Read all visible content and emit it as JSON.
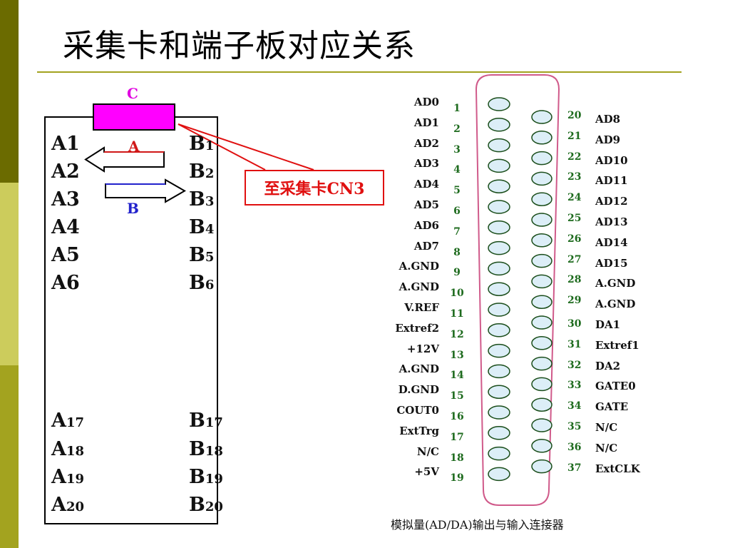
{
  "title": "采集卡和端子板对应关系",
  "board": {
    "connector_c_label": "C",
    "connector_a_label": "A",
    "connector_b_label": "B",
    "callout": "至采集卡CN3",
    "left_pins": [
      {
        "letter": "A",
        "num": "1"
      },
      {
        "letter": "A",
        "num": "2"
      },
      {
        "letter": "A",
        "num": "3"
      },
      {
        "letter": "A",
        "num": "4"
      },
      {
        "letter": "A",
        "num": "5"
      },
      {
        "letter": "A",
        "num": "6"
      },
      {
        "letter": "A",
        "num": "17"
      },
      {
        "letter": "A",
        "num": "18"
      },
      {
        "letter": "A",
        "num": "19"
      },
      {
        "letter": "A",
        "num": "20"
      }
    ],
    "right_pins": [
      {
        "letter": "B",
        "num": "1"
      },
      {
        "letter": "B",
        "num": "2"
      },
      {
        "letter": "B",
        "num": "3"
      },
      {
        "letter": "B",
        "num": "4"
      },
      {
        "letter": "B",
        "num": "5"
      },
      {
        "letter": "B",
        "num": "6"
      },
      {
        "letter": "B",
        "num": "17"
      },
      {
        "letter": "B",
        "num": "18"
      },
      {
        "letter": "B",
        "num": "19"
      },
      {
        "letter": "B",
        "num": "20"
      }
    ]
  },
  "connector": {
    "left_row": [
      {
        "signal": "AD0",
        "pin": "1"
      },
      {
        "signal": "AD1",
        "pin": "2"
      },
      {
        "signal": "AD2",
        "pin": "3"
      },
      {
        "signal": "AD3",
        "pin": "4"
      },
      {
        "signal": "AD4",
        "pin": "5"
      },
      {
        "signal": "AD5",
        "pin": "6"
      },
      {
        "signal": "AD6",
        "pin": "7"
      },
      {
        "signal": "AD7",
        "pin": "8"
      },
      {
        "signal": "A.GND",
        "pin": "9"
      },
      {
        "signal": "A.GND",
        "pin": "10"
      },
      {
        "signal": "V.REF",
        "pin": "11"
      },
      {
        "signal": "Extref2",
        "pin": "12"
      },
      {
        "signal": "+12V",
        "pin": "13"
      },
      {
        "signal": "A.GND",
        "pin": "14"
      },
      {
        "signal": "D.GND",
        "pin": "15"
      },
      {
        "signal": "COUT0",
        "pin": "16"
      },
      {
        "signal": "ExtTrg",
        "pin": "17"
      },
      {
        "signal": "N/C",
        "pin": "18"
      },
      {
        "signal": "+5V",
        "pin": "19"
      }
    ],
    "right_row": [
      {
        "pin": "20",
        "signal": "AD8"
      },
      {
        "pin": "21",
        "signal": "AD9"
      },
      {
        "pin": "22",
        "signal": "AD10"
      },
      {
        "pin": "23",
        "signal": "AD11"
      },
      {
        "pin": "24",
        "signal": "AD12"
      },
      {
        "pin": "25",
        "signal": "AD13"
      },
      {
        "pin": "26",
        "signal": "AD14"
      },
      {
        "pin": "27",
        "signal": "AD15"
      },
      {
        "pin": "28",
        "signal": "A.GND"
      },
      {
        "pin": "29",
        "signal": "A.GND"
      },
      {
        "pin": "30",
        "signal": "DA1"
      },
      {
        "pin": "31",
        "signal": "Extref1"
      },
      {
        "pin": "32",
        "signal": "DA2"
      },
      {
        "pin": "33",
        "signal": "GATE0"
      },
      {
        "pin": "34",
        "signal": "GATE"
      },
      {
        "pin": "35",
        "signal": "N/C"
      },
      {
        "pin": "36",
        "signal": "N/C"
      },
      {
        "pin": "37",
        "signal": "ExtCLK"
      }
    ],
    "caption": "模拟量(AD/DA)输出与输入连接器"
  },
  "colors": {
    "band_dark": "#6b6b00",
    "band_light": "#cccc5c",
    "band_mid": "#a3a31f",
    "rule": "#a3a31f",
    "magenta": "#ff00ff",
    "callout_red": "#e01010",
    "pin_green": "#1e6b1e",
    "hole_fill": "#dceef7",
    "shell_stroke": "#d05a8a"
  }
}
